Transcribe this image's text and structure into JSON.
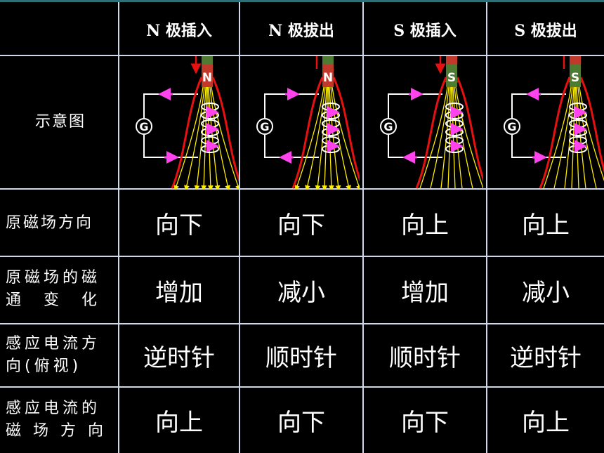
{
  "columns": [
    "N 极插入",
    "N 极拔出",
    "S 极插入",
    "S 极拔出"
  ],
  "rows": [
    {
      "label": [
        "示意图"
      ],
      "values": []
    },
    {
      "label": [
        "原磁场方向"
      ],
      "values": [
        "向下",
        "向下",
        "向上",
        "向上"
      ]
    },
    {
      "label": [
        "原磁场的磁",
        "通　变　化"
      ],
      "values": [
        "增加",
        "减小",
        "增加",
        "减小"
      ]
    },
    {
      "label": [
        "感应电流方",
        "向(俯视)"
      ],
      "values": [
        "逆时针",
        "顺时针",
        "顺时针",
        "逆时针"
      ]
    },
    {
      "label": [
        "感应电流的",
        "磁 场 方 向"
      ],
      "values": [
        "向上",
        "向下",
        "向下",
        "向上"
      ]
    }
  ],
  "diagrams": [
    {
      "magnet_pole": "N",
      "motion": "insert",
      "icon": "galvanometer-icon",
      "galvanometer_label": "G",
      "pole_color": "#c0392b",
      "other_color": "#4e7a32"
    },
    {
      "magnet_pole": "N",
      "motion": "withdraw",
      "icon": "galvanometer-icon",
      "galvanometer_label": "G",
      "pole_color": "#c0392b",
      "other_color": "#4e7a32"
    },
    {
      "magnet_pole": "S",
      "motion": "insert",
      "icon": "galvanometer-icon",
      "galvanometer_label": "G",
      "pole_color": "#4e7a32",
      "other_color": "#c0392b"
    },
    {
      "magnet_pole": "S",
      "motion": "withdraw",
      "icon": "galvanometer-icon",
      "galvanometer_label": "G",
      "pole_color": "#4e7a32",
      "other_color": "#c0392b"
    }
  ],
  "colors": {
    "background": "#000000",
    "grid": "#cfd8e8",
    "field_line": "#ffee00",
    "motion_arrow": "#e81010",
    "current_arrow": "#ff44ee",
    "coil": "#ffffff"
  }
}
